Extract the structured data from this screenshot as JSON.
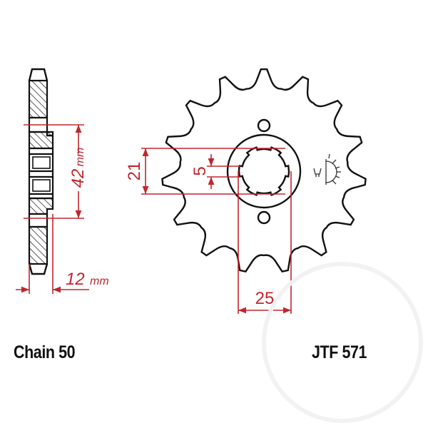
{
  "title": "JTF 571",
  "chain_label": "Chain 50",
  "part_number": "JTF 571",
  "colors": {
    "outline": "#111111",
    "dimension": "#c0272d",
    "background": "#ffffff"
  },
  "side_view": {
    "hub_width_dimension": "42",
    "hub_width_unit": "mm",
    "thickness_dimension": "12",
    "thickness_unit": "mm"
  },
  "front_view": {
    "teeth": 15,
    "spline_outer_dimension": "21",
    "spline_width_dimension": "5",
    "bore_dimension": "25",
    "icon": "sun-light-symbol-icon"
  }
}
